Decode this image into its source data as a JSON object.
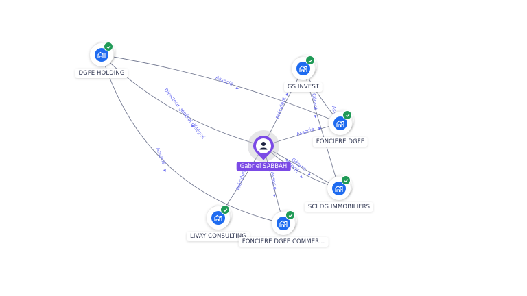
{
  "graph": {
    "colors": {
      "company_icon": "#1e6bf0",
      "verified_badge": "#1f9a56",
      "person_accent": "#7b4ae6",
      "edge_label": "#6b6ef0",
      "edge_line": "#5d6480"
    },
    "person": {
      "id": "gabriel",
      "name": "Gabriel SABBAH",
      "icon": "person-icon"
    },
    "companies": [
      {
        "id": "dgfe_holding",
        "name": "DGFE HOLDING",
        "icon": "building-icon",
        "verified": true
      },
      {
        "id": "gs_invest",
        "name": "GS INVEST",
        "icon": "building-icon",
        "verified": true
      },
      {
        "id": "fonciere_dgfe",
        "name": "FONCIERE DGFE",
        "icon": "building-icon",
        "verified": true
      },
      {
        "id": "sci_dg",
        "name": "SCI DG IMMOBILIERS",
        "icon": "building-icon",
        "verified": true
      },
      {
        "id": "livay",
        "name": "LIVAY CONSULTING",
        "icon": "building-icon",
        "verified": true
      },
      {
        "id": "fonciere_comm",
        "name": "FONCIERE DGFE COMMER...",
        "icon": "building-icon",
        "verified": true
      }
    ],
    "edges": [
      {
        "from": "gabriel",
        "to": "dgfe_holding",
        "label": "Directeur général délégué"
      },
      {
        "from": "dgfe_holding",
        "to": "fonciere_dgfe",
        "label": "Associé"
      },
      {
        "from": "dgfe_holding",
        "to": "fonciere_comm",
        "label": "Associé"
      },
      {
        "from": "gabriel",
        "to": "gs_invest",
        "label": "Président"
      },
      {
        "from": "gabriel",
        "to": "fonciere_dgfe",
        "label": "Associé"
      },
      {
        "from": "gs_invest",
        "to": "fonciere_dgfe",
        "label": "Associé"
      },
      {
        "from": "gs_invest",
        "to": "sci_dg",
        "label": "Gérant"
      },
      {
        "from": "gabriel",
        "to": "sci_dg",
        "label": "Gérant"
      },
      {
        "from": "gabriel",
        "to": "sci_dg",
        "label": "Associé"
      },
      {
        "from": "gabriel",
        "to": "livay",
        "label": "Président"
      },
      {
        "from": "gabriel",
        "to": "fonciere_comm",
        "label": "Associé"
      }
    ]
  }
}
